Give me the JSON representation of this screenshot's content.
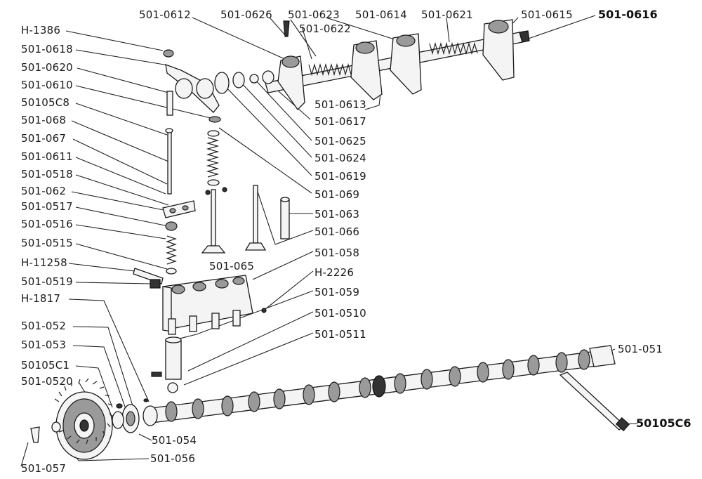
{
  "labels": {
    "h1386": "Н-1386",
    "l0618": "501-0618",
    "l0620": "501-0620",
    "l0610": "501-0610",
    "l05c8": "50105С8",
    "l068": "501-068",
    "l067": "501-067",
    "l0611": "501-0611",
    "l0518": "501-0518",
    "l062": "501-062",
    "l0517": "501-0517",
    "l0516": "501-0516",
    "l0515": "501-0515",
    "h11258": "Н-11258",
    "l0519": "501-0519",
    "h1817": "Н-1817",
    "l052": "501-052",
    "l053": "501-053",
    "l05c1": "50105С1",
    "l0520": "501-0520",
    "l057": "501-057",
    "l0612": "501-0612",
    "l0626": "501-0626",
    "l0623": "501-0623",
    "l0614": "501-0614",
    "l0621": "501-0621",
    "l0615": "501-0615",
    "l0616": "501-0616",
    "l0622": "501-0622",
    "l0613": "501-0613",
    "l0617": "501-0617",
    "l0625": "501-0625",
    "l0624": "501-0624",
    "l0619": "501-0619",
    "l069": "501-069",
    "l063": "501-063",
    "l066": "501-066",
    "l065": "501-065",
    "l058": "501-058",
    "h2226": "Н-2226",
    "l059": "501-059",
    "l0510": "501-0510",
    "l0511": "501-0511",
    "l051": "501-051",
    "l05c6": "50105С6",
    "l054": "501-054",
    "l056": "501-056"
  }
}
